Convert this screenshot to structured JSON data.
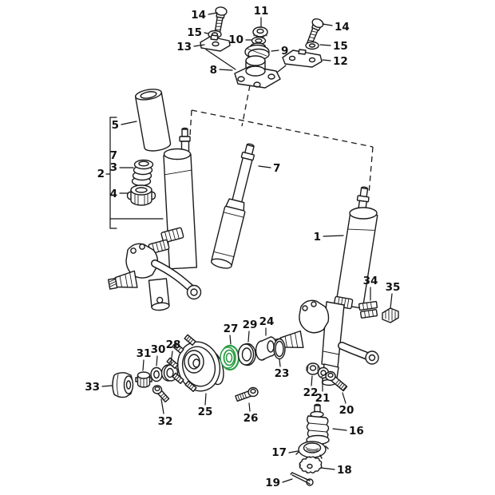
{
  "colors": {
    "background": "#ffffff",
    "line": "#1a1a1a",
    "highlight": "#2e9e47"
  },
  "highlighted_callout": "27",
  "callouts": {
    "c14L": "14",
    "c15L": "15",
    "c13": "13",
    "c11": "11",
    "c10": "10",
    "c9": "9",
    "c8": "8",
    "c14R": "14",
    "c15R": "15",
    "c12": "12",
    "c5": "5",
    "c7a": "7",
    "c3": "3",
    "c4": "4",
    "c2": "2",
    "c7b": "7",
    "c1": "1",
    "c34": "34",
    "c35": "35",
    "c22": "22",
    "c21": "21",
    "c20": "20",
    "c16": "16",
    "c17": "17",
    "c18": "18",
    "c19": "19",
    "c33": "33",
    "c31": "31",
    "c30": "30",
    "c28": "28",
    "c32": "32",
    "c25": "25",
    "c26": "26",
    "c27": "27",
    "c29": "29",
    "c24": "24",
    "c23": "23"
  }
}
